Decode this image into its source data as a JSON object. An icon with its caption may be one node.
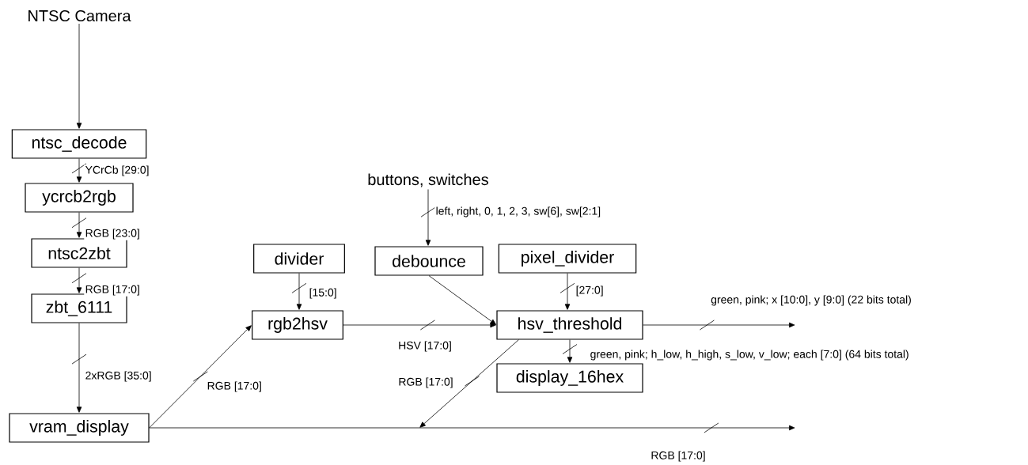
{
  "diagram": {
    "nodes": [
      {
        "text": [
          "NTSC Camera"
        ]
      },
      {
        "text": [
          "ntsc_decode"
        ]
      },
      {
        "text": [
          "ycrcb2rgb"
        ]
      },
      {
        "text": [
          "ntsc2zbt"
        ]
      },
      {
        "text": [
          "zbt_6111"
        ]
      },
      {
        "text": [
          "vram_display"
        ]
      },
      {
        "text": [
          "buttons, switches"
        ]
      },
      {
        "text": [
          "divider"
        ]
      },
      {
        "text": [
          "debounce"
        ]
      },
      {
        "text": [
          "pixel_divider"
        ]
      },
      {
        "text": [
          "rgb2hsv"
        ]
      },
      {
        "text": [
          "hsv_threshold"
        ]
      },
      {
        "text": [
          "display_16hex"
        ]
      }
    ],
    "edges": [
      {
        "from": 0,
        "to": 1,
        "arrow": "to"
      },
      {
        "from": 1,
        "to": 2,
        "arrow": "to",
        "label": "YCrCb [29:0]"
      },
      {
        "from": 2,
        "to": 3,
        "arrow": "to",
        "label": "RGB [23:0]"
      },
      {
        "from": 3,
        "to": 4,
        "arrow": "to",
        "label": "RGB [17:0]"
      },
      {
        "from": 4,
        "to": 5,
        "arrow": "to",
        "label": "2xRGB [35:0]"
      },
      {
        "from": 6,
        "to": 8,
        "arrow": "to",
        "label": "left, right, 0, 1, 2, 3, sw[6], sw[2:1]"
      },
      {
        "from": 7,
        "to": 10,
        "arrow": "to",
        "label": "[15:0]"
      },
      {
        "from": 9,
        "to": 11,
        "arrow": "to",
        "label": "[27:0]"
      },
      {
        "from": 8,
        "to": 11,
        "arrow": "to"
      },
      {
        "from": 5,
        "to": 10,
        "arrow": "to",
        "label": "RGB [17:0]"
      },
      {
        "from": 10,
        "to": 11,
        "arrow": "to",
        "label": "HSV [17:0]"
      },
      {
        "from": 11,
        "to": null,
        "arrow": "to",
        "label": "green, pink; x [10:0], y [9:0] (22 bits total)"
      },
      {
        "from": 11,
        "to": 12,
        "arrow": "to",
        "label": "green, pink; h_low, h_high, s_low, v_low; each [7:0] (64 bits total)"
      },
      {
        "from": 11,
        "to": null,
        "arrow": "to",
        "label": "RGB [17:0]"
      },
      {
        "from": 5,
        "to": null,
        "arrow": "to",
        "label": "RGB [17:0]"
      }
    ]
  }
}
